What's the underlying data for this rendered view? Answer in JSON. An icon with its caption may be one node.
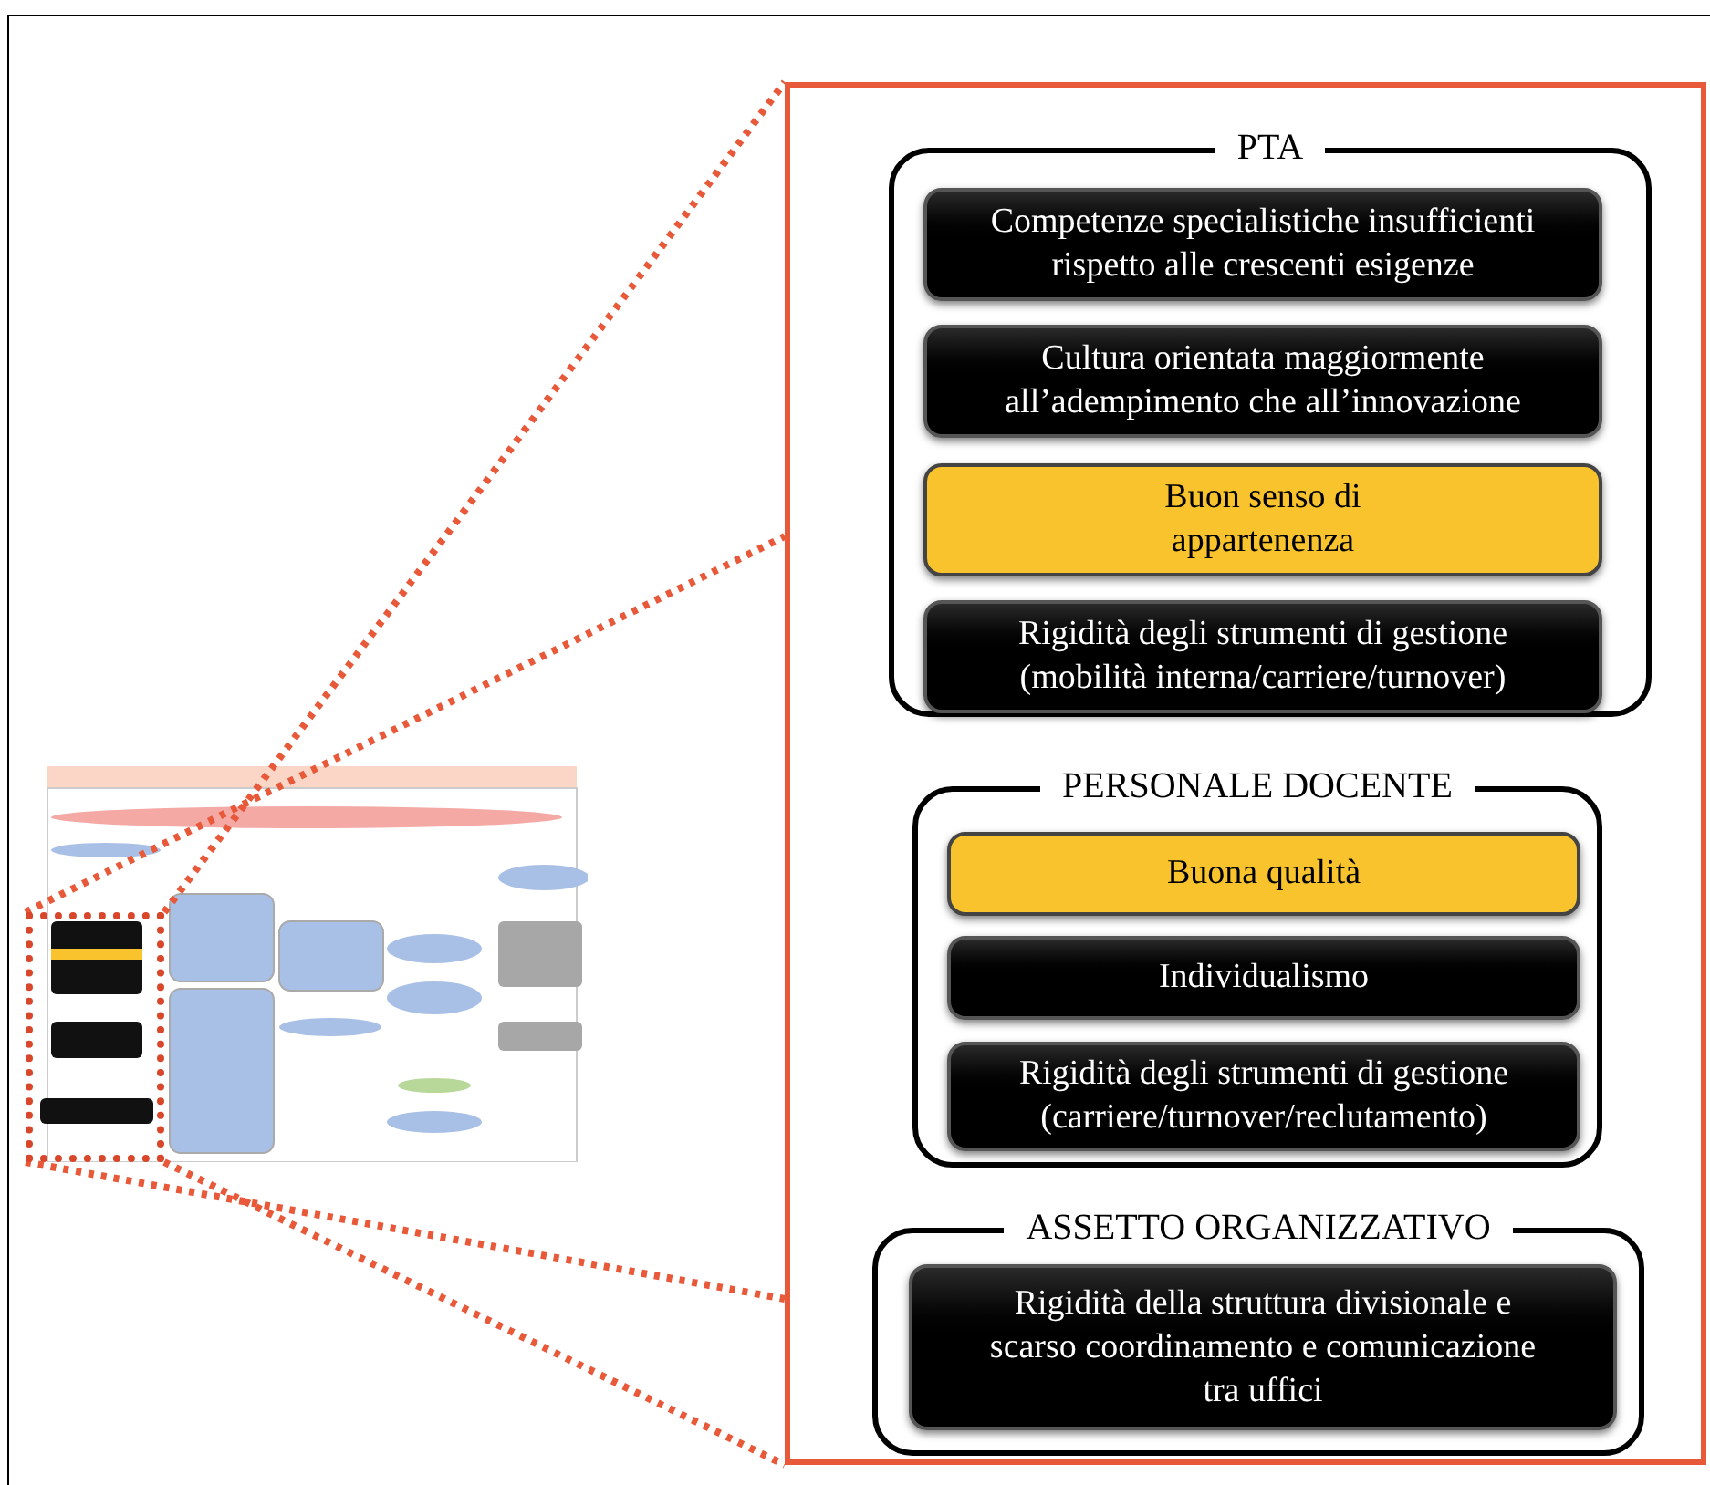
{
  "diagram": {
    "nodes": [
      {
        "text": [],
        "shape": "box"
      },
      {
        "text": [],
        "shape": "box"
      },
      {
        "text": [
          "PTA"
        ],
        "in": 1
      },
      {
        "text": [
          "Competenze specialistiche insufficienti rispetto alle crescenti esigenze"
        ],
        "in": 2
      },
      {
        "text": [
          "Cultura orientata maggiormente all’adempimento che all’innovazione"
        ],
        "in": 2
      },
      {
        "text": [
          "Buon senso di appartenenza"
        ],
        "in": 2
      },
      {
        "text": [
          "Rigidità degli strumenti di gestione (mobilità interna/carriere/turnover)"
        ],
        "in": 2
      },
      {
        "text": [
          "PERSONALE DOCENTE"
        ],
        "in": 1
      },
      {
        "text": [
          "Buona qualità"
        ],
        "in": 7
      },
      {
        "text": [
          "Individualismo"
        ],
        "in": 7
      },
      {
        "text": [
          "Rigidità degli strumenti di gestione (carriere/turnover/reclutamento)"
        ],
        "in": 7
      },
      {
        "text": [
          "ASSETTO ORGANIZZATIVO"
        ],
        "in": 1
      },
      {
        "text": [
          "Rigidità della struttura divisionale e scarso coordinamento e comunicazione tra uffici"
        ],
        "in": 11
      }
    ],
    "edges": [
      {
        "from": 0,
        "to": 1,
        "arrow": "none",
        "style": "dashed"
      },
      {
        "from": 0,
        "to": 1,
        "arrow": "none",
        "style": "dashed"
      },
      {
        "from": 0,
        "to": 1,
        "arrow": "none",
        "style": "dashed"
      },
      {
        "from": 0,
        "to": 1,
        "arrow": "none",
        "style": "dashed"
      }
    ]
  }
}
